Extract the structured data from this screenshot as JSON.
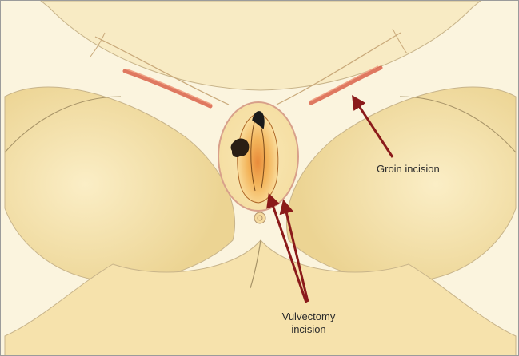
{
  "labels": {
    "groin_incision": "Groin incision",
    "vulvectomy_line1": "Vulvectomy",
    "vulvectomy_line2": "incision"
  },
  "colors": {
    "background": "#fbf4de",
    "skin": "#f7e4b0",
    "skin_shade": "#ecd493",
    "outline": "#a89468",
    "incision": "#d9614a",
    "arrow": "#8b1a1a"
  },
  "icons": {
    "groin_arrow": "arrow",
    "vulvectomy_arrows": "double-arrow"
  }
}
